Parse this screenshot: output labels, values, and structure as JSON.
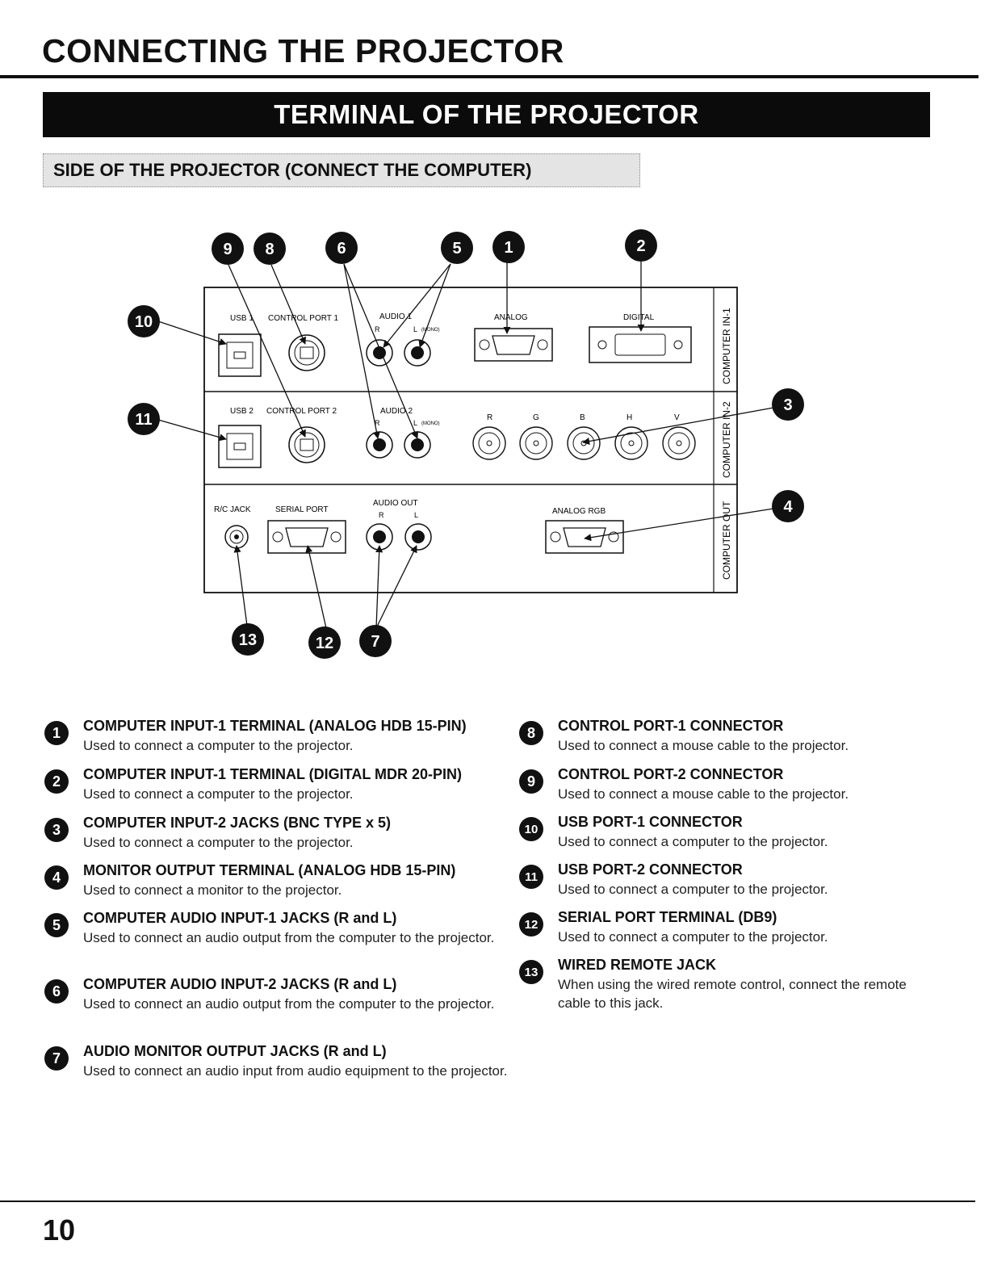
{
  "header": {
    "title": "CONNECTING THE PROJECTOR",
    "banner": "TERMINAL OF THE PROJECTOR",
    "subbanner": "SIDE OF THE PROJECTOR (CONNECT THE COMPUTER)"
  },
  "diagram": {
    "callouts": [
      "1",
      "2",
      "3",
      "4",
      "5",
      "6",
      "7",
      "8",
      "9",
      "10",
      "11",
      "12",
      "13"
    ],
    "row1": {
      "usb": "USB 1",
      "control": "CONTROL PORT 1",
      "audio": "AUDIO 1",
      "r": "R",
      "l": "L",
      "mono": "(MONO)",
      "analog": "ANALOG",
      "digital": "DIGITAL",
      "side": "COMPUTER IN-1"
    },
    "row2": {
      "usb": "USB 2",
      "control": "CONTROL PORT 2",
      "audio": "AUDIO 2",
      "r": "R",
      "l": "L",
      "mono": "(MONO)",
      "bnc": [
        "R",
        "G",
        "B",
        "H",
        "V"
      ],
      "side": "COMPUTER IN-2"
    },
    "row3": {
      "rc": "R/C JACK",
      "serial": "SERIAL PORT",
      "audio_out": "AUDIO OUT",
      "r": "R",
      "l": "L",
      "analog_rgb": "ANALOG RGB",
      "side": "COMPUTER OUT"
    }
  },
  "legend": [
    {
      "num": "1",
      "title": "COMPUTER INPUT-1 TERMINAL (ANALOG HDB 15-PIN)",
      "desc": "Used to connect a computer to the projector."
    },
    {
      "num": "2",
      "title": "COMPUTER INPUT-1 TERMINAL (DIGITAL MDR 20-PIN)",
      "desc": "Used to connect a computer to the projector."
    },
    {
      "num": "3",
      "title": "COMPUTER INPUT-2 JACKS (BNC TYPE x 5)",
      "desc": "Used to connect a computer to the projector."
    },
    {
      "num": "4",
      "title": "MONITOR OUTPUT TERMINAL (ANALOG HDB 15-PIN)",
      "desc": "Used to connect a monitor to the projector."
    },
    {
      "num": "5",
      "title": "COMPUTER AUDIO INPUT-1 JACKS (R and L)",
      "desc": "Used to connect an audio output from the computer to the projector."
    },
    {
      "num": "6",
      "title": "COMPUTER AUDIO INPUT-2 JACKS (R and L)",
      "desc": "Used to connect an audio output from the computer to the projector."
    },
    {
      "num": "7",
      "title": "AUDIO MONITOR OUTPUT JACKS  (R and L)",
      "desc": "Used to connect an audio input from audio equipment to the projector."
    },
    {
      "num": "8",
      "title": "CONTROL PORT-1 CONNECTOR",
      "desc": "Used to connect a mouse cable to the projector."
    },
    {
      "num": "9",
      "title": "CONTROL PORT-2 CONNECTOR",
      "desc": "Used to connect a mouse cable to the projector."
    },
    {
      "num": "10",
      "title": "USB PORT-1 CONNECTOR",
      "desc": "Used to connect a computer to the projector."
    },
    {
      "num": "11",
      "title": "USB PORT-2 CONNECTOR",
      "desc": "Used to connect a computer to the projector."
    },
    {
      "num": "12",
      "title": "SERIAL PORT TERMINAL (DB9)",
      "desc": "Used to connect a computer to the projector."
    },
    {
      "num": "13",
      "title": "WIRED REMOTE JACK",
      "desc": "When using the wired remote control, connect the remote cable to this jack."
    }
  ],
  "footer": {
    "page_number": "10"
  }
}
